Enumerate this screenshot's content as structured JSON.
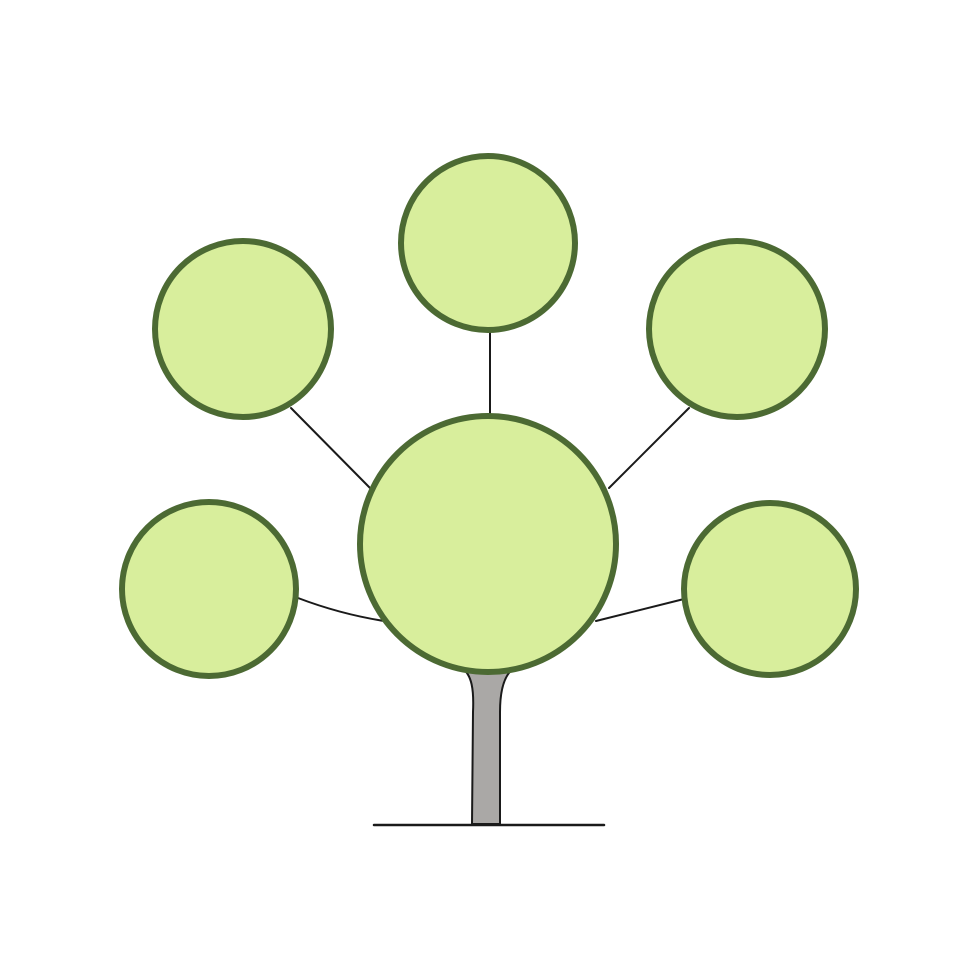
{
  "diagram": {
    "type": "tree",
    "colors": {
      "background": "#ffffff",
      "node_fill": "#d8ee9c",
      "node_stroke": "#4c6a33",
      "connector": "#1a1a1a",
      "trunk_fill": "#aaa8a6",
      "trunk_stroke": "#1a1a1a",
      "ground": "#1a1a1a"
    },
    "nodes": [
      {
        "id": "center-node",
        "role": "root",
        "label": ""
      },
      {
        "id": "top-node",
        "role": "branch",
        "label": ""
      },
      {
        "id": "upper-left-node",
        "role": "branch",
        "label": ""
      },
      {
        "id": "upper-right-node",
        "role": "branch",
        "label": ""
      },
      {
        "id": "lower-left-node",
        "role": "branch",
        "label": ""
      },
      {
        "id": "lower-right-node",
        "role": "branch",
        "label": ""
      }
    ],
    "edges": [
      {
        "from": "center-node",
        "to": "top-node"
      },
      {
        "from": "center-node",
        "to": "upper-left-node"
      },
      {
        "from": "center-node",
        "to": "upper-right-node"
      },
      {
        "from": "center-node",
        "to": "lower-left-node"
      },
      {
        "from": "center-node",
        "to": "lower-right-node"
      }
    ]
  }
}
